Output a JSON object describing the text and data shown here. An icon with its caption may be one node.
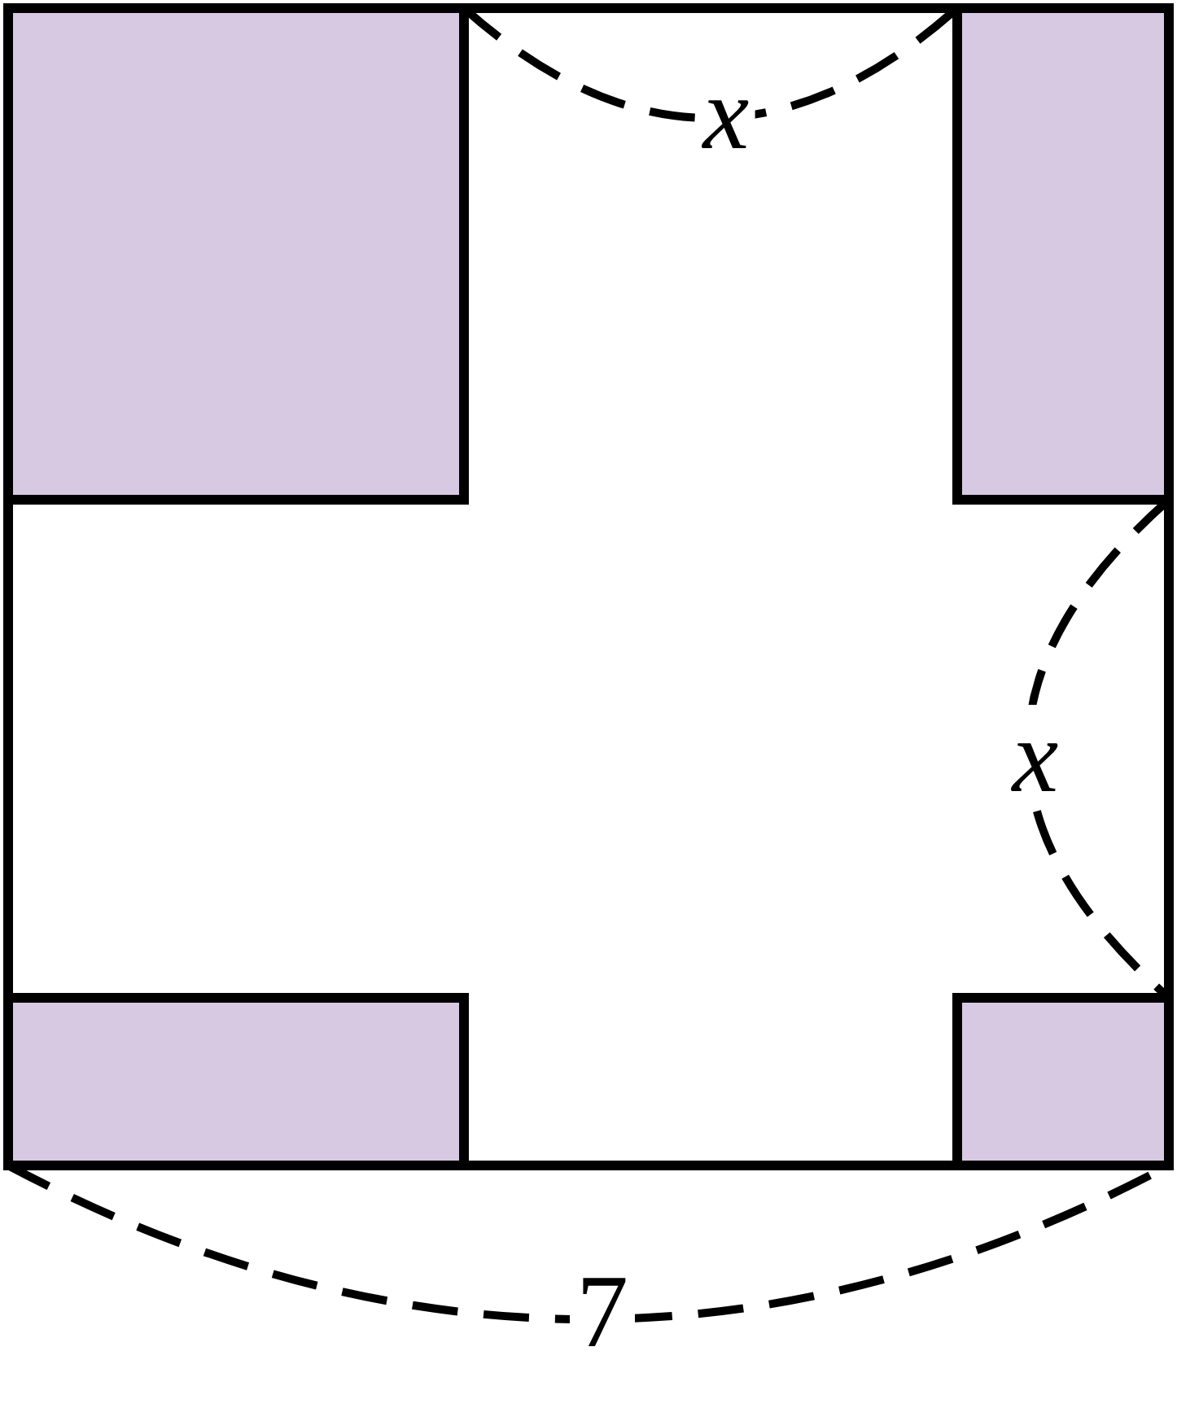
{
  "diagram": {
    "labels": [
      "x",
      "x",
      "7"
    ]
  }
}
